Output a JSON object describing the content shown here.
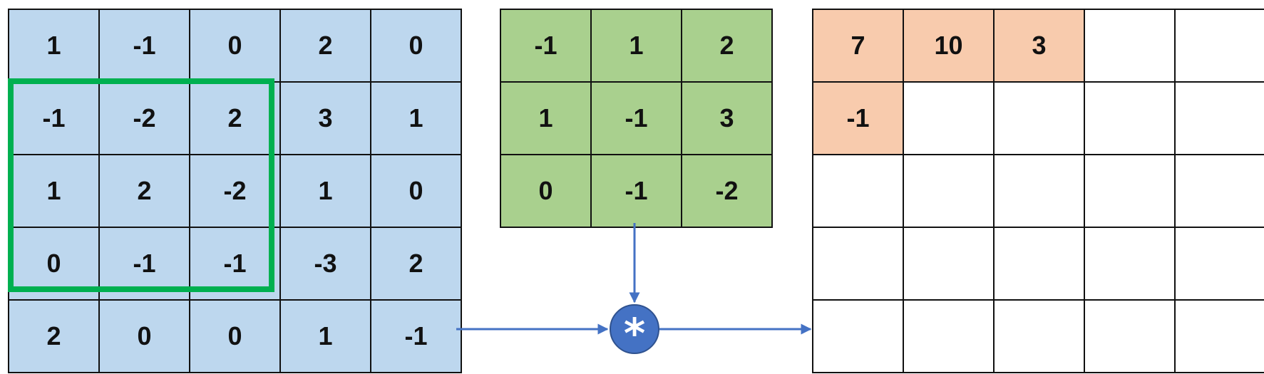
{
  "input_matrix": {
    "rows": [
      [
        "1",
        "-1",
        "0",
        "2",
        "0"
      ],
      [
        "-1",
        "-2",
        "2",
        "3",
        "1"
      ],
      [
        "1",
        "2",
        "-2",
        "1",
        "0"
      ],
      [
        "0",
        "-1",
        "-1",
        "-3",
        "2"
      ],
      [
        "2",
        "0",
        "0",
        "1",
        "-1"
      ]
    ],
    "fill_color": "#bdd7ee"
  },
  "highlight_window": {
    "row_start": 1,
    "row_end": 3,
    "col_start": 0,
    "col_end": 2,
    "color": "#00b050"
  },
  "kernel_matrix": {
    "rows": [
      [
        "-1",
        "1",
        "2"
      ],
      [
        "1",
        "-1",
        "3"
      ],
      [
        "0",
        "-1",
        "-2"
      ]
    ],
    "fill_color": "#a9d08e"
  },
  "operator": {
    "symbol": "*",
    "color": "#4472c4"
  },
  "output_matrix": {
    "rows": [
      [
        "7",
        "10",
        "3",
        "",
        ""
      ],
      [
        "-1",
        "",
        "",
        "",
        ""
      ],
      [
        "",
        "",
        "",
        "",
        ""
      ],
      [
        "",
        "",
        "",
        "",
        ""
      ],
      [
        "",
        "",
        "",
        "",
        ""
      ]
    ],
    "filled_color": "#f8cbad"
  },
  "arrow_color": "#4472c4"
}
